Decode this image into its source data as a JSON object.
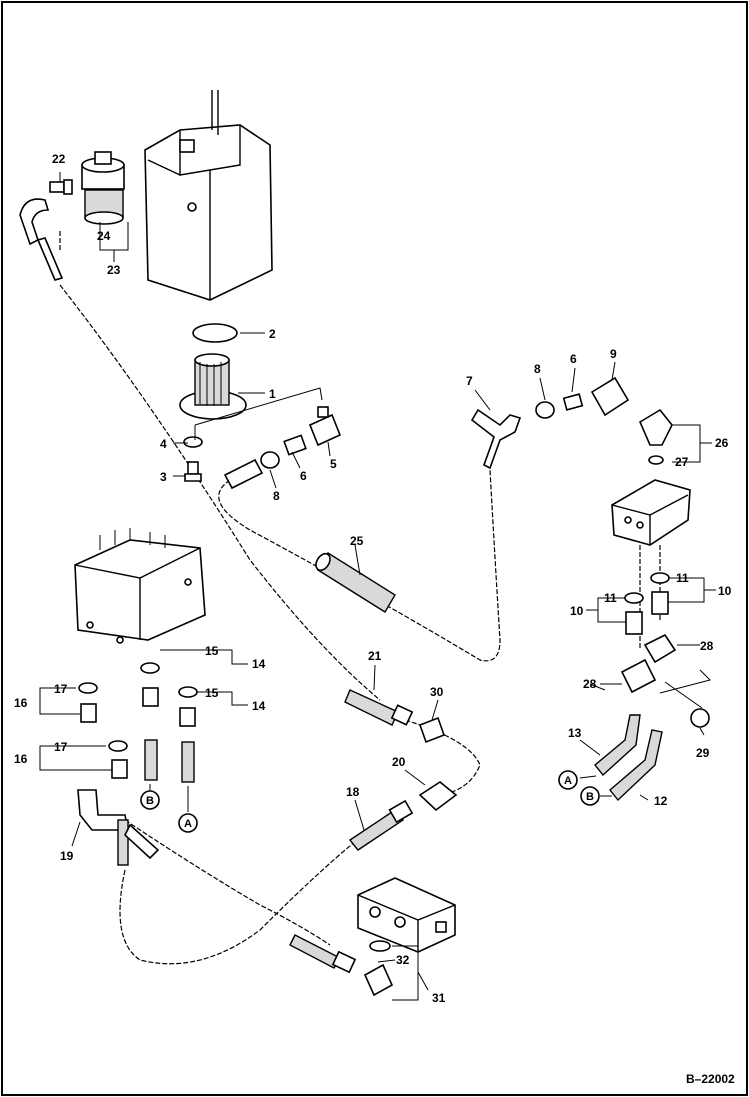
{
  "drawing_number": "B–22002",
  "callouts": {
    "c1": "1",
    "c2": "2",
    "c3": "3",
    "c4": "4",
    "c5": "5",
    "c6": "6",
    "c7": "7",
    "c8a": "8",
    "c8b": "8",
    "c9": "9",
    "c10a": "10",
    "c10b": "10",
    "c11a": "11",
    "c11b": "11",
    "c12": "12",
    "c13": "13",
    "c14a": "14",
    "c14b": "14",
    "c15a": "15",
    "c15b": "15",
    "c16a": "16",
    "c16b": "16",
    "c17a": "17",
    "c17b": "17",
    "c18": "18",
    "c19": "19",
    "c20": "20",
    "c21": "21",
    "c22": "22",
    "c23": "23",
    "c24": "24",
    "c25": "25",
    "c26": "26",
    "c27": "27",
    "c28a": "28",
    "c28b": "28",
    "c29": "29",
    "c30": "30",
    "c31": "31",
    "c32": "32",
    "c6b": "6"
  },
  "connection_refs": {
    "a1": "A",
    "b1": "B",
    "a2": "A",
    "b2": "B"
  }
}
